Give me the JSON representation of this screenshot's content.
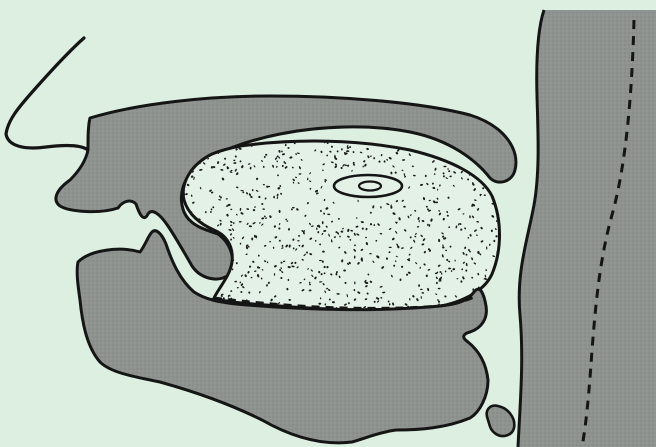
{
  "figure": {
    "background": "#dcefe1",
    "ink": "#151515",
    "tissue_fill": "#8e938f",
    "tongue_fill": "#e4f1e7",
    "dot_color": "#1c1c1c"
  },
  "parts": [
    "face-profile",
    "upper-jaw",
    "lower-jaw",
    "tongue",
    "pharynx-wall",
    "hyoid"
  ]
}
